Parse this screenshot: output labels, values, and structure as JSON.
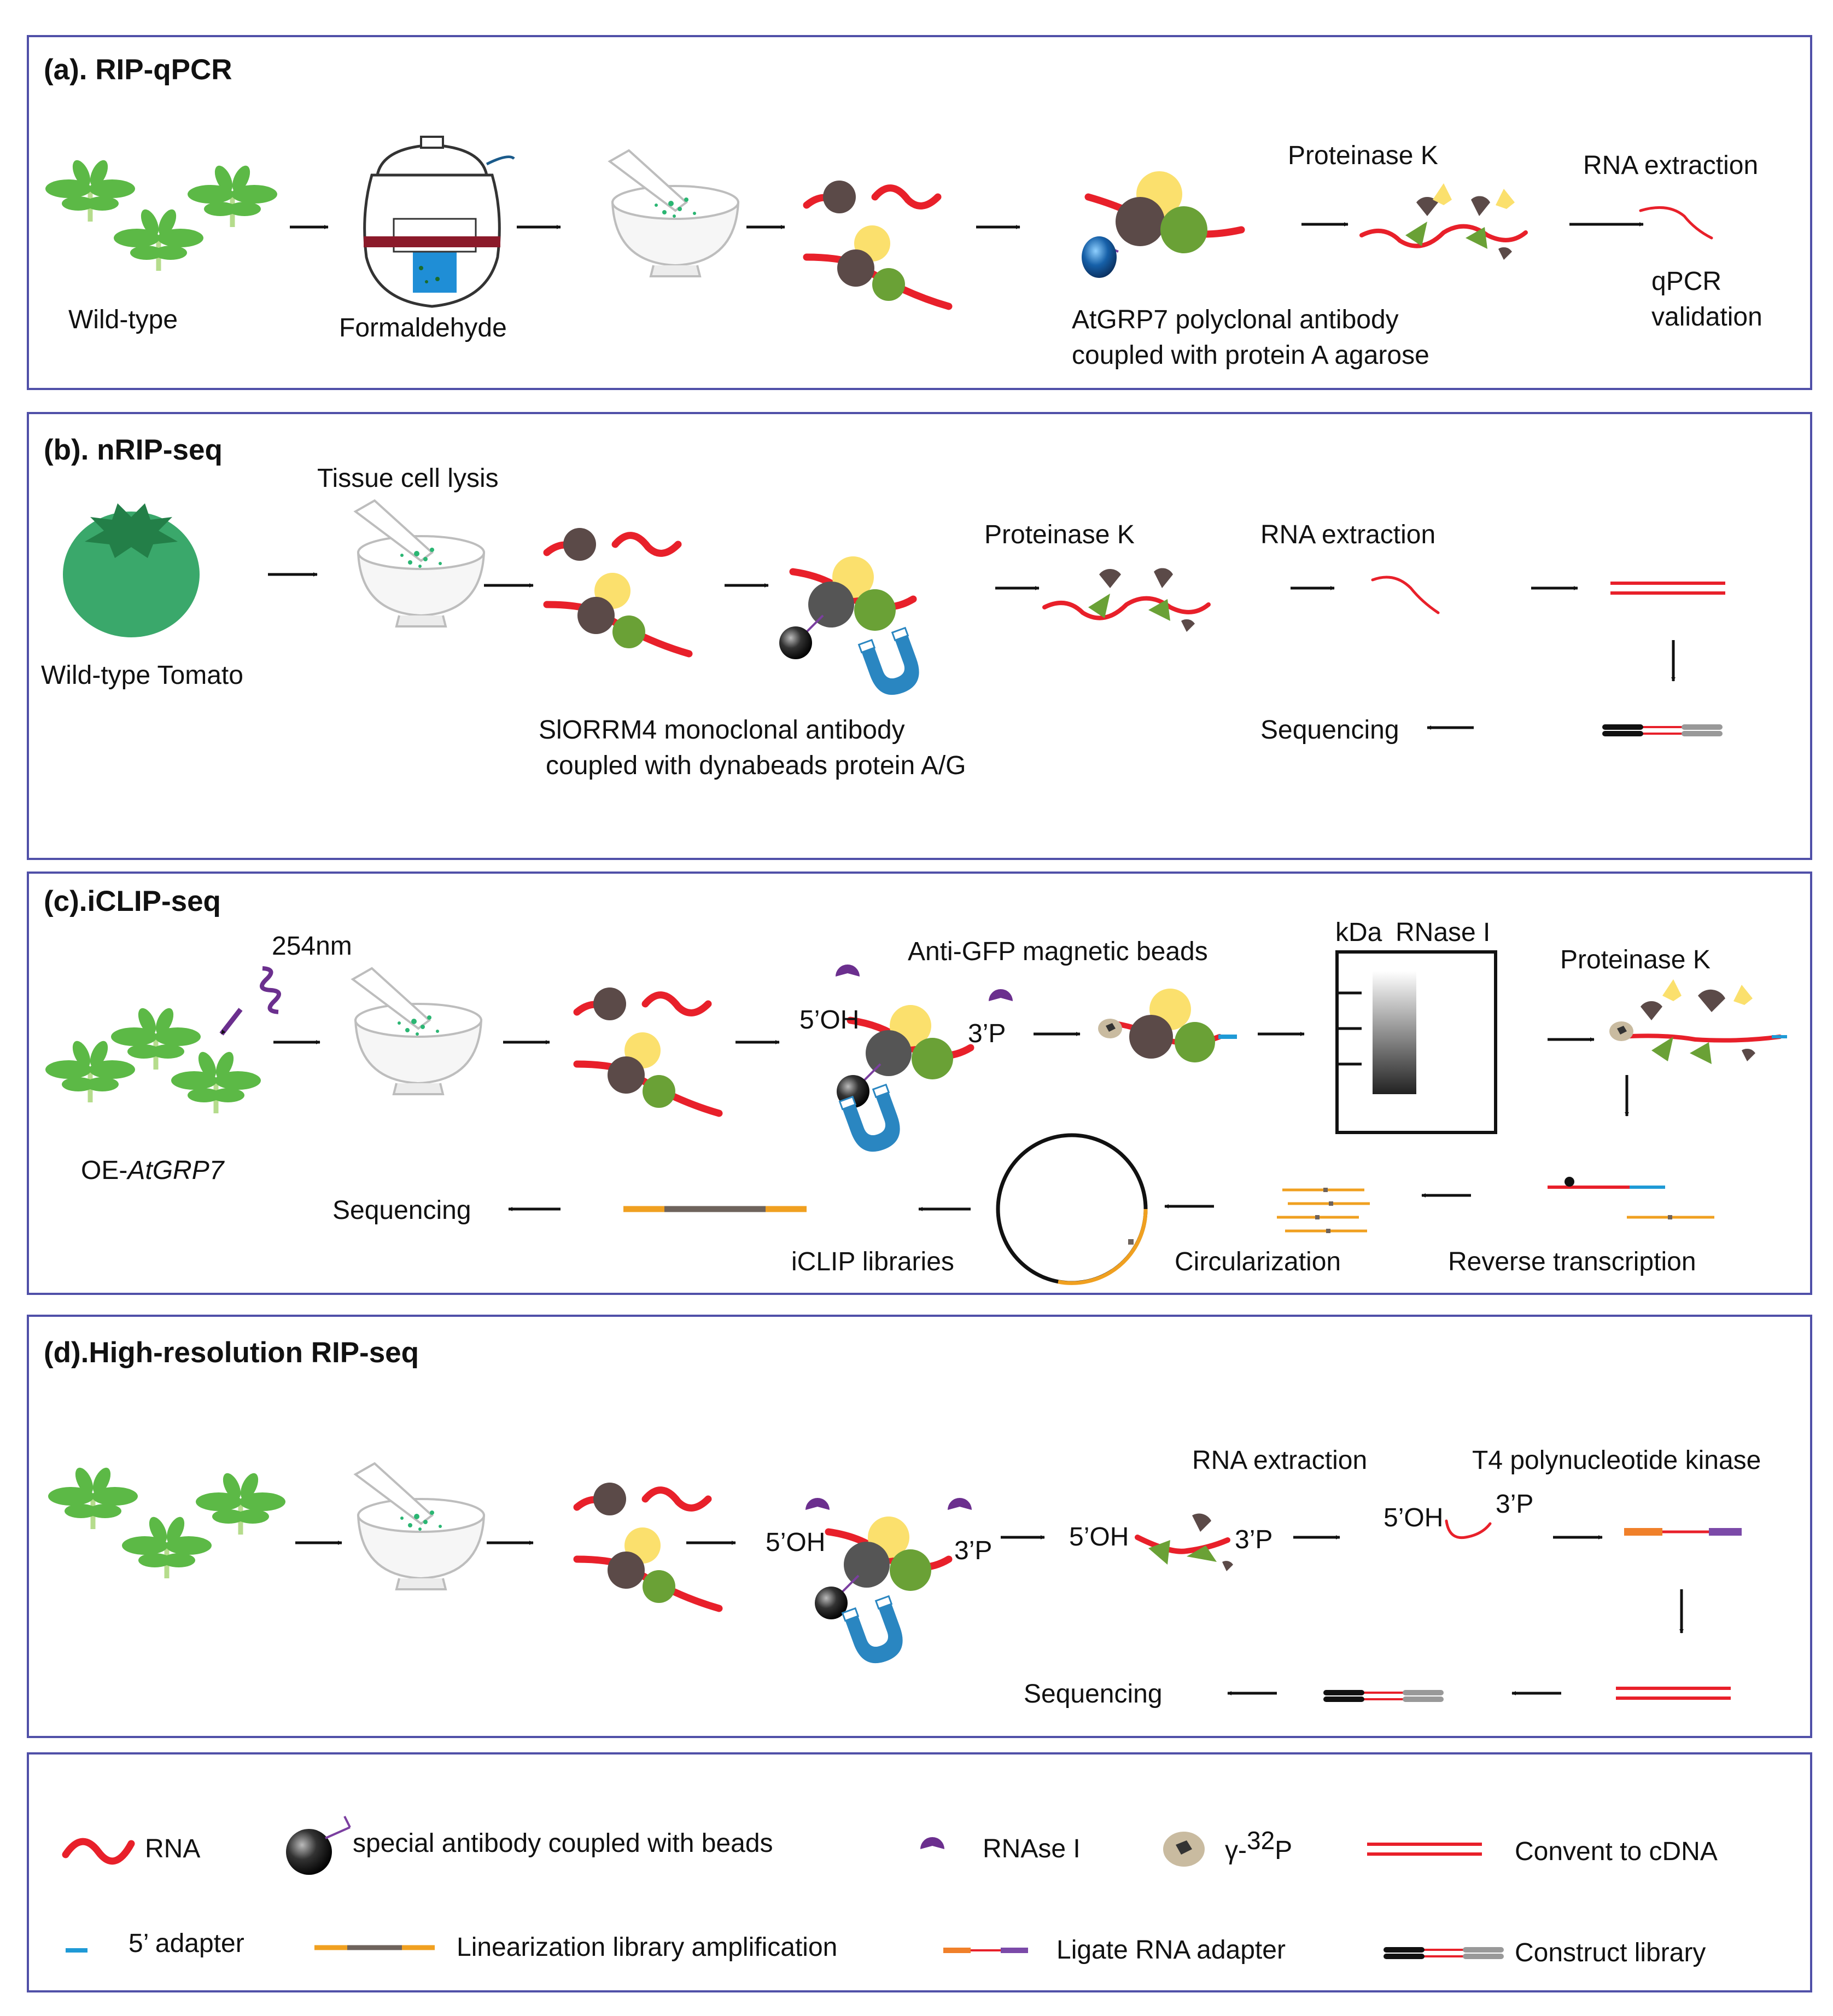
{
  "panels": {
    "a": {
      "title": "(a). RIP-qPCR",
      "wildtype": "Wild-type",
      "formaldehyde": "Formaldehyde",
      "proteinase": "Proteinase K",
      "rna_extraction": "RNA extraction",
      "antibody_line1": "AtGRP7 polyclonal antibody",
      "antibody_line2": "coupled with protein A agarose",
      "qpcr_line1": "qPCR",
      "qpcr_line2": "validation"
    },
    "b": {
      "title": "(b). nRIP-seq",
      "tissue_lysis": "Tissue cell lysis",
      "tomato": "Wild-type Tomato",
      "proteinase": "Proteinase K",
      "rna_extraction": "RNA extraction",
      "antibody_line1": "SlORRM4 monoclonal antibody",
      "antibody_line2": "coupled with dynabeads protein A/G",
      "sequencing": "Sequencing"
    },
    "c": {
      "title": "(c).iCLIP-seq",
      "uv": "254nm",
      "oe_prefix": "OE-",
      "oe_gene": "AtGRP7",
      "five_oh": "5’OH",
      "three_p": "3’P",
      "beads": "Anti-GFP magnetic beads",
      "gel_kda": "kDa",
      "gel_rnase": "RNase I",
      "proteinase": "Proteinase K",
      "sequencing": "Sequencing",
      "libraries": "iCLIP  libraries",
      "circularization": "Circularization",
      "reverse_transcription": "Reverse transcription"
    },
    "d": {
      "title": "(d).High-resolution RIP-seq",
      "five_oh": "5’OH",
      "three_p": "3’P",
      "rna_extraction": "RNA extraction",
      "kinase": "T4 polynucleotide kinase",
      "sequencing": "Sequencing"
    }
  },
  "legend": {
    "rna": "RNA",
    "antibody": "special antibody coupled with beads",
    "rnase": "RNAse I",
    "gamma_prefix": "γ-",
    "gamma_sup": "32",
    "gamma_suffix": "P",
    "cdna": "Convent to cDNA",
    "adapter5": "5’ adapter",
    "linearization": "Linearization library amplification",
    "ligate": "Ligate RNA adapter",
    "construct": "Construct library"
  },
  "colors": {
    "frame": "#5050a8",
    "rna": "#e8202a",
    "leaf": "#5cb946",
    "stem": "#b5dc8c",
    "protein_dark": "#5b4a48",
    "protein_yellow": "#fbe06d",
    "protein_green": "#6aa136",
    "rnase": "#6b2f8e",
    "magnet": "#2a86c1",
    "adapter_blue": "#1f9ad6",
    "orange": "#f0a020",
    "gray_bar": "#6e635c",
    "tomato": "#3aa86b"
  }
}
